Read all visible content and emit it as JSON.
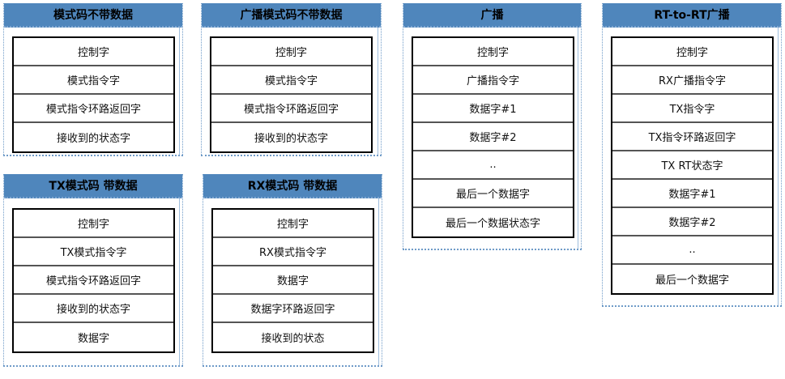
{
  "panels": [
    {
      "title": "模式码不带数据",
      "rows": [
        "控制字",
        "模式指令字",
        "模式指令环路返回字",
        "接收到的状态字"
      ]
    },
    {
      "title": "广播模式码不带数据",
      "rows": [
        "控制字",
        "模式指令字",
        "模式指令环路返回字",
        "接收到的状态字"
      ]
    },
    {
      "title": "TX模式码 带数据",
      "rows": [
        "控制字",
        "TX模式指令字",
        "模式指令环路返回字",
        "接收到的状态字",
        "数据字"
      ]
    },
    {
      "title": "RX模式码 带数据",
      "rows": [
        "控制字",
        "RX模式指令字",
        "数据字",
        "数据字环路返回字",
        "接收到的状态"
      ]
    },
    {
      "title": "广播",
      "rows": [
        "控制字",
        "广播指令字",
        "数据字#1",
        "数据字#2",
        "..",
        "最后一个数据字",
        "最后一个数据状态字"
      ]
    },
    {
      "title": "RT-to-RT广播",
      "rows": [
        "控制字",
        "RX广播指令字",
        "TX指令字",
        "TX指令环路返回字",
        "TX RT状态字",
        "数据字#1",
        "数据字#2",
        "..",
        "最后一个数据字"
      ]
    }
  ],
  "colors": {
    "header_bg": "#4f86bc",
    "panel_border": "#6f9bc8",
    "table_border": "#000000"
  }
}
